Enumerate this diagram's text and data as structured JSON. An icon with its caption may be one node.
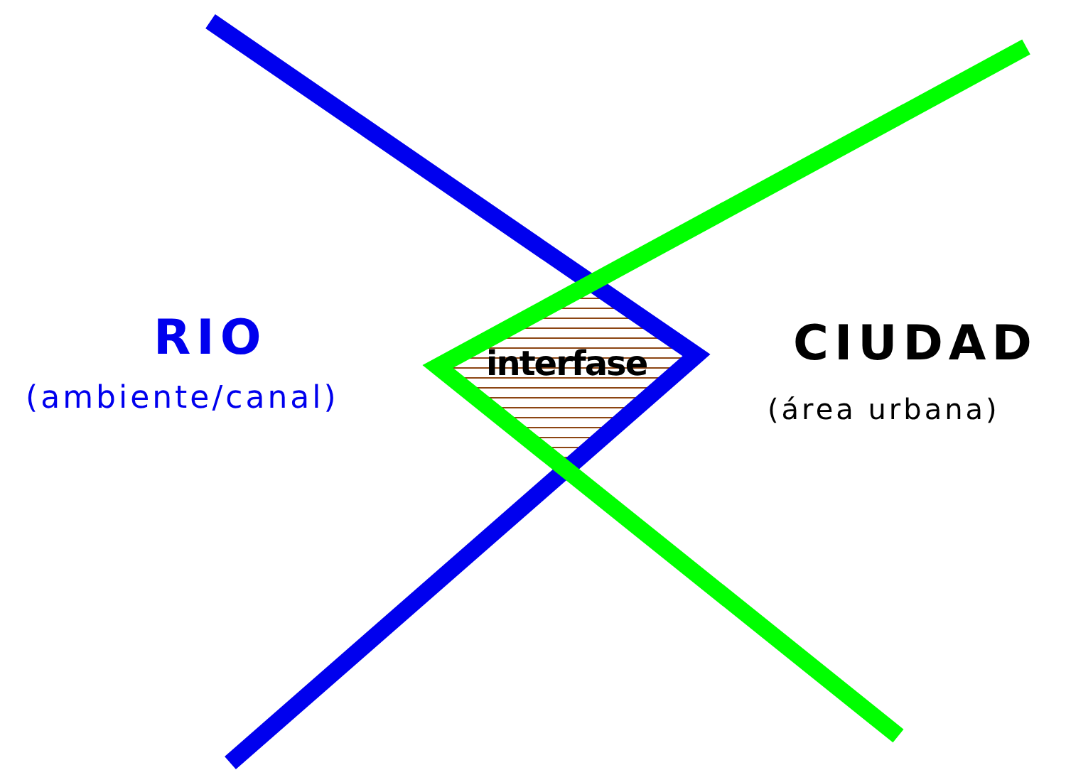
{
  "diagram": {
    "nodes": [
      {
        "text": [
          "interfase"
        ]
      }
    ],
    "labels": [
      "RIO",
      "(ambiente/canal)",
      "CIUDAD",
      "(área urbana)"
    ]
  }
}
